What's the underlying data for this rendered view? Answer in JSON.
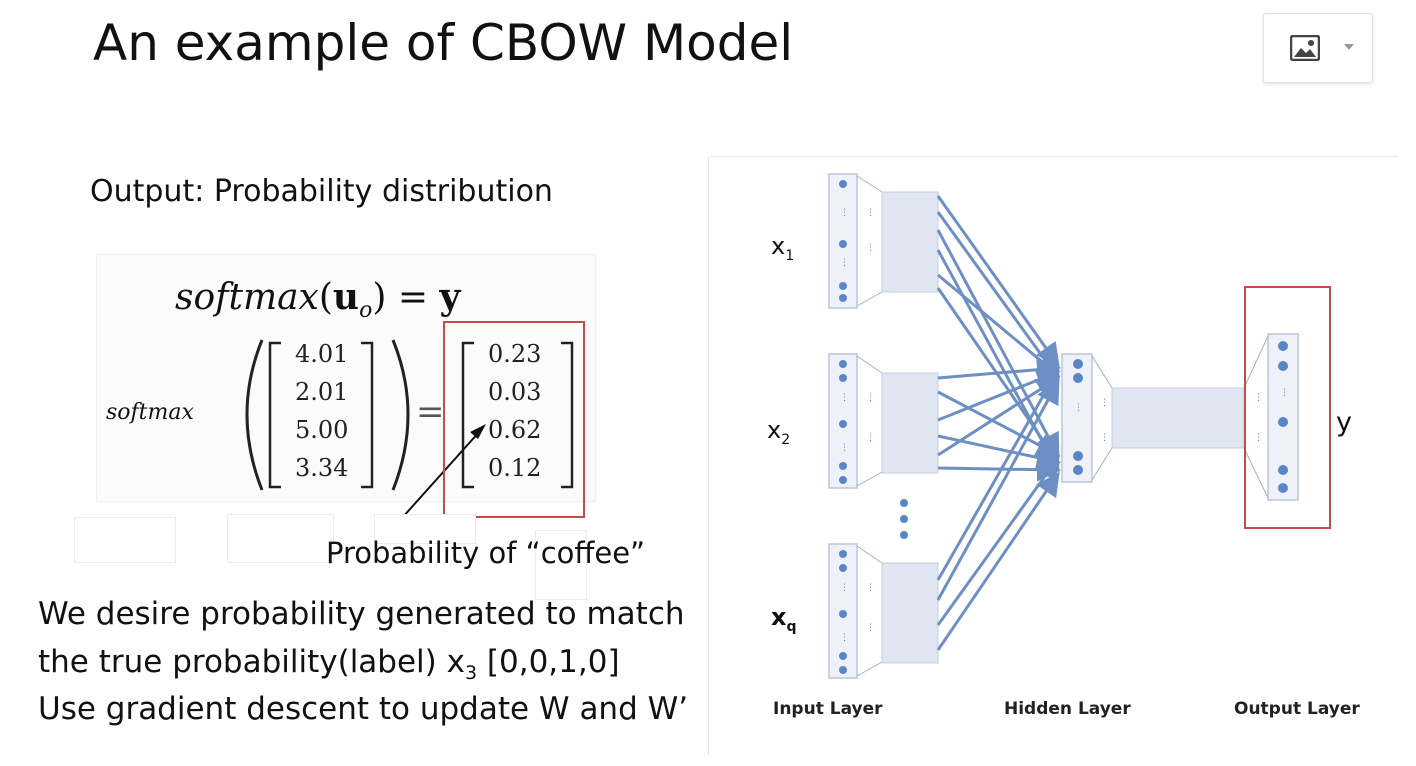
{
  "slide": {
    "title": "An example of CBOW Model"
  },
  "toolbar": {
    "image_icon": "image-icon",
    "menu_icon": "chevron-down-icon"
  },
  "left": {
    "heading": "Output: Probability distribution",
    "formula": {
      "func": "softmax",
      "arg": "u",
      "arg_sub": "o",
      "equals": "=",
      "result": "y",
      "lhs_word": "softmax",
      "input_vector": [
        "4.01",
        "2.01",
        "5.00",
        "3.34"
      ],
      "output_vector": [
        "0.23",
        "0.03",
        "0.62",
        "0.12"
      ]
    },
    "annotation": "Probability of “coffee”",
    "lines": {
      "line1": "We desire probability generated to match",
      "line2_prefix": "the true probability(label)   x",
      "line2_sub": "3",
      "line2_suffix": " [0,0,1,0]",
      "line3": "Use gradient descent to update W and W’"
    }
  },
  "network": {
    "inputs": [
      {
        "name": "x",
        "sub": "1"
      },
      {
        "name": "x",
        "sub": "2"
      },
      {
        "name": "x",
        "sub": "q"
      }
    ],
    "output_name": "y",
    "layers": [
      "Input Layer",
      "Hidden Layer",
      "Output Layer"
    ],
    "colors": {
      "box": "#dfe6f1",
      "box_border": "#c4cfe0",
      "node": "#5b86c6",
      "arrow": "#6d8fc3",
      "highlight": "#c84a4a"
    }
  }
}
